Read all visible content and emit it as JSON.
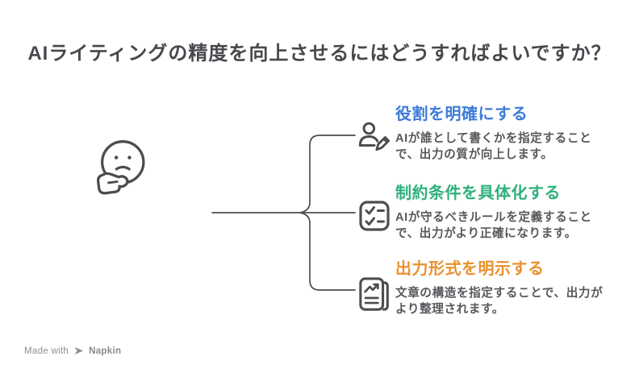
{
  "title": "AIライティングの精度を向上させるにはどうすればよいですか？",
  "central_icon": "thinking-face-icon",
  "branches": [
    {
      "label": "役割を明確にする",
      "description": "AIが誰として書くかを指定することで、出力の質が向上します。",
      "color": "#3D7BD8",
      "icon": "person-pencil-icon"
    },
    {
      "label": "制約条件を具体化する",
      "description": "AIが守るべきルールを定義することで、出力がより正確になります。",
      "color": "#2FB07C",
      "icon": "checklist-icon"
    },
    {
      "label": "出力形式を明示する",
      "description": "文章の構造を指定することで、出力がより整理されます。",
      "color": "#E8912E",
      "icon": "report-document-icon"
    }
  ],
  "footer": {
    "made_with": "Made with",
    "brand": "Napkin"
  },
  "colors": {
    "title_text": "#47474D",
    "body_text": "#57575C",
    "line_and_icons": "#4D4D4D",
    "footer_text": "#8E8E8E",
    "background": "#FFFFFF"
  }
}
